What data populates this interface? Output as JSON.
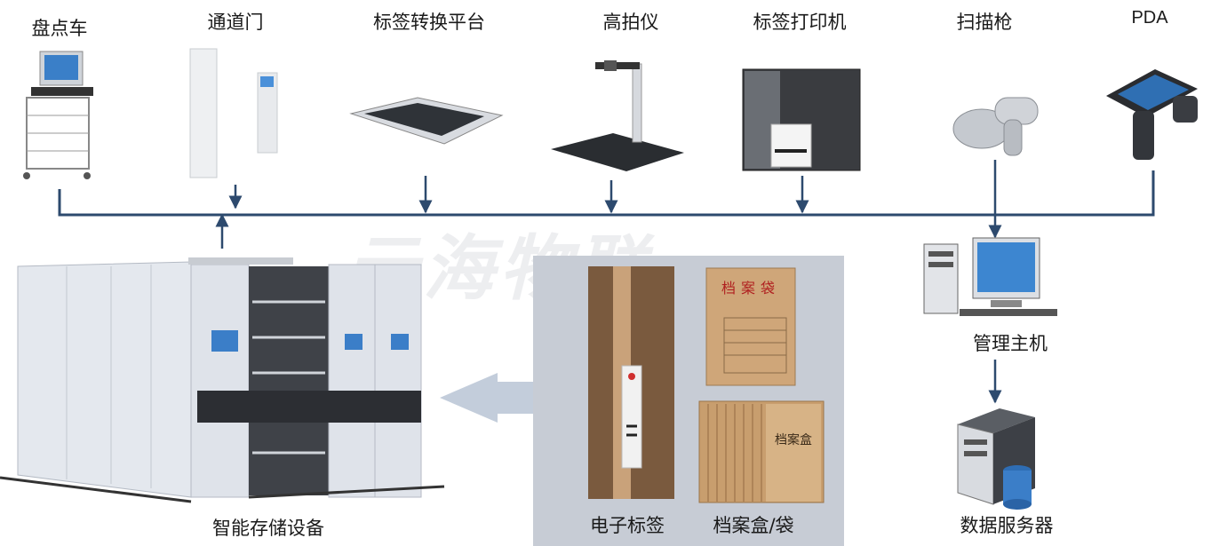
{
  "devices": {
    "cart": "盘点车",
    "gate": "通道门",
    "converter": "标签转换平台",
    "scanner_cam": "高拍仪",
    "printer": "标签打印机",
    "scan_gun": "扫描枪",
    "pda": "PDA"
  },
  "storage": "智能存储设备",
  "host": "管理主机",
  "server": "数据服务器",
  "media": {
    "tag": "电子标签",
    "box": "档案盒/袋",
    "bag_text": "档案袋",
    "box_text": "档案盒"
  },
  "watermark": "云海物联",
  "colors": {
    "line": "#2d4a6e",
    "panel": "#c7ccd5",
    "big_arrow": "#c3cddb"
  }
}
